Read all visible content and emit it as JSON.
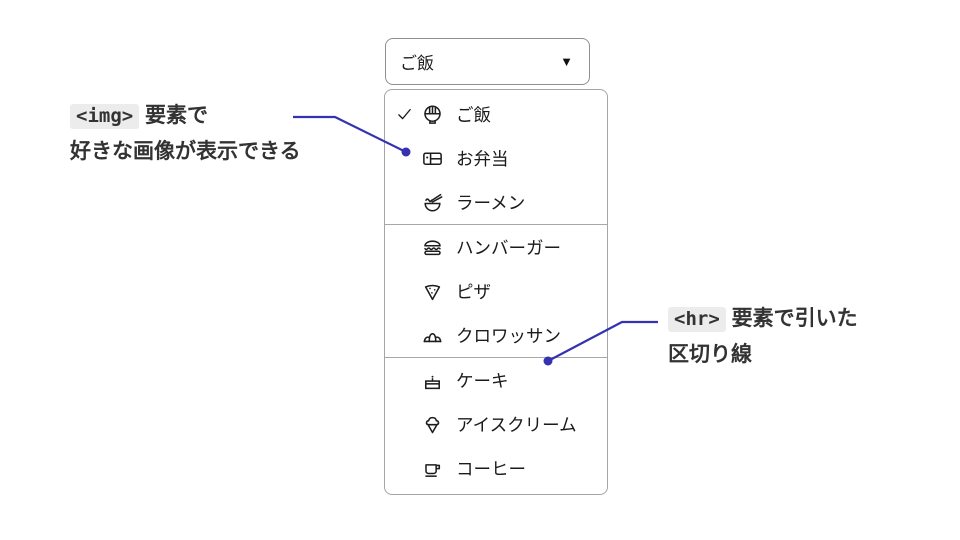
{
  "select": {
    "value": "ご飯",
    "arrow": "▼"
  },
  "dropdown": {
    "groups": [
      {
        "items": [
          {
            "label": "ご飯",
            "icon": "rice-bowl",
            "checked": true
          },
          {
            "label": "お弁当",
            "icon": "bento-box",
            "checked": false
          },
          {
            "label": "ラーメン",
            "icon": "ramen",
            "checked": false
          }
        ]
      },
      {
        "items": [
          {
            "label": "ハンバーガー",
            "icon": "hamburger",
            "checked": false
          },
          {
            "label": "ピザ",
            "icon": "pizza",
            "checked": false
          },
          {
            "label": "クロワッサン",
            "icon": "croissant",
            "checked": false
          }
        ]
      },
      {
        "items": [
          {
            "label": "ケーキ",
            "icon": "cake",
            "checked": false
          },
          {
            "label": "アイスクリーム",
            "icon": "ice-cream",
            "checked": false
          },
          {
            "label": "コーヒー",
            "icon": "coffee",
            "checked": false
          }
        ]
      }
    ]
  },
  "annotations": {
    "img": {
      "code": "<img>",
      "line1_rest": " 要素で",
      "line2": "好きな画像が表示できる"
    },
    "hr": {
      "code": "<hr>",
      "line1_rest": " 要素で引いた",
      "line2": "区切り線"
    }
  },
  "colors": {
    "accent_line": "#3432b2",
    "select_border": "#8f8f8f",
    "panel_border": "#a5a5a5",
    "text": "#1b1b1b",
    "code_bg": "#ececec"
  }
}
